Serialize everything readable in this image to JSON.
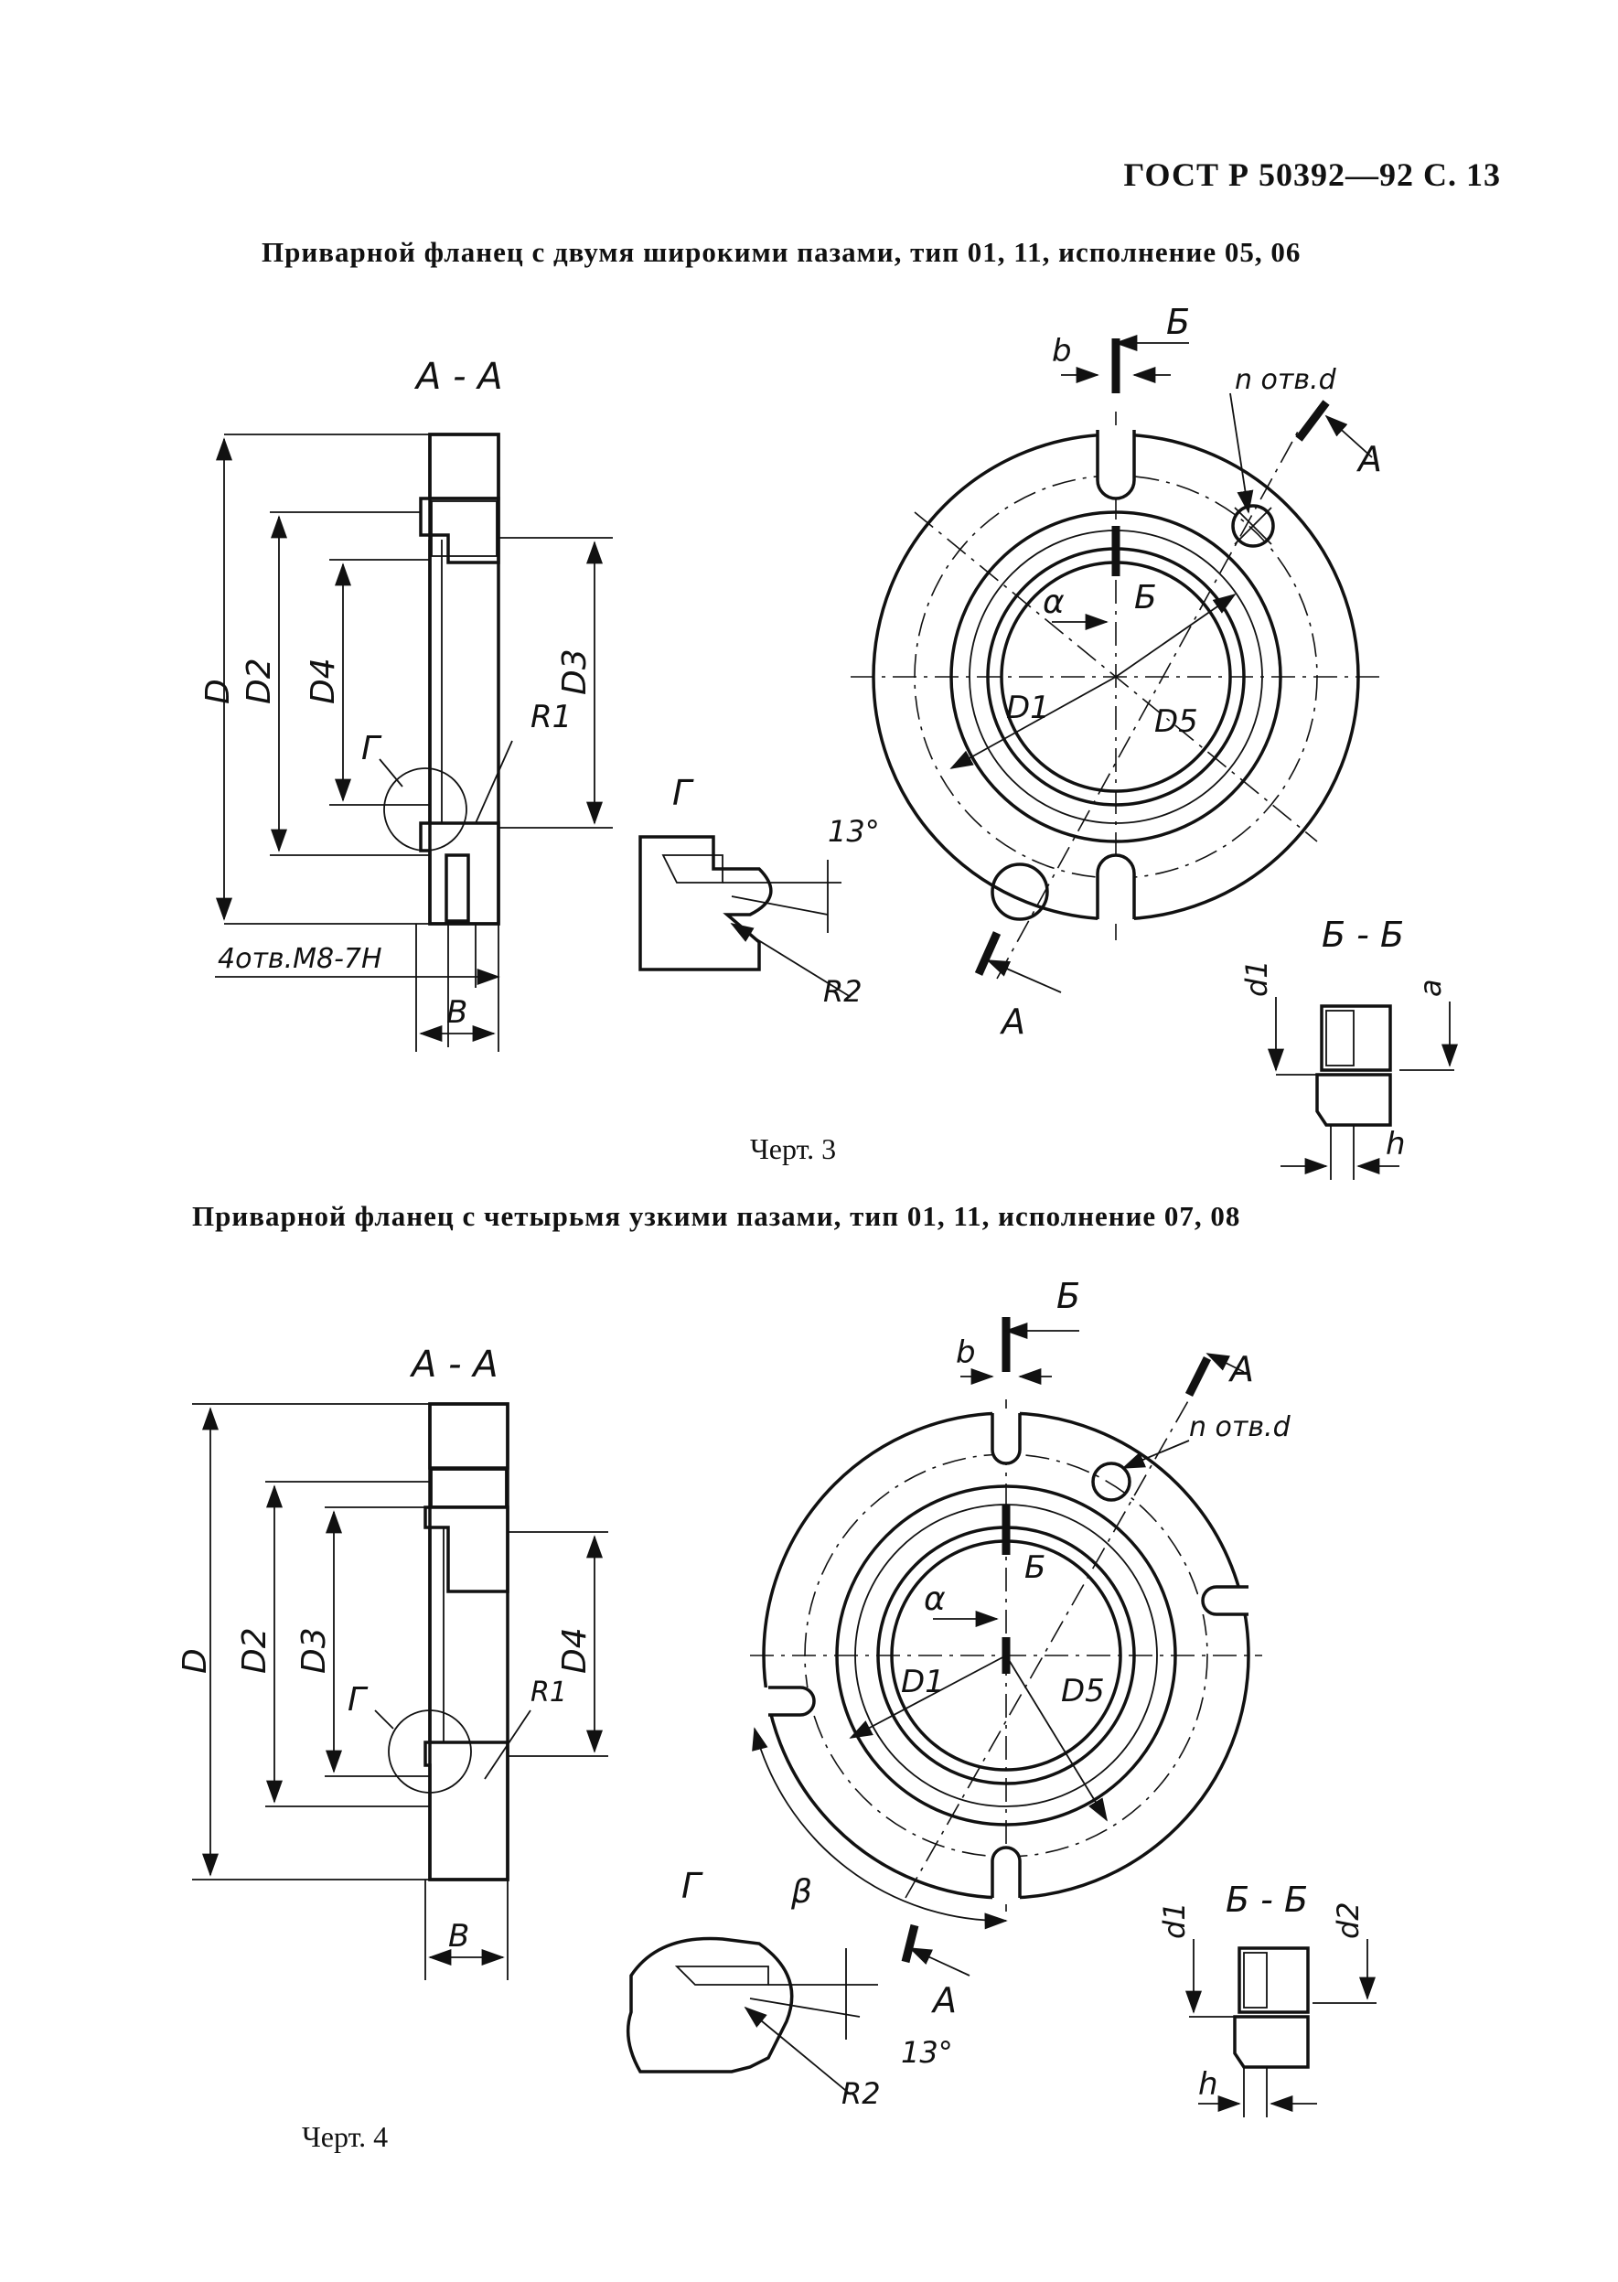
{
  "header": {
    "code": "ГОСТ Р 50392—92 С. 13"
  },
  "figure3": {
    "title": "Приварной фланец с двумя широкими пазами, тип 01, 11, исполнение 05, 06",
    "caption": "Черт. 3",
    "labels": {
      "section_aa": "А - А",
      "D": "D",
      "D2": "D2",
      "D4": "D4",
      "D3": "D3",
      "G": "Г",
      "R1": "R1",
      "holes": "4отв.М8-7Н",
      "B": "В",
      "detail_g": "Г",
      "angle13": "13°",
      "R2": "R2",
      "b": "b",
      "B_cut": "Б",
      "n_holes": "n отв.d",
      "A_cut": "А",
      "alpha": "α",
      "D1": "D1",
      "D5": "D5",
      "section_bb": "Б - Б",
      "d1": "d1",
      "a": "а",
      "h": "h"
    }
  },
  "figure4": {
    "title": "Приварной фланец с четырьмя узкими пазами, тип 01, 11, исполнение 07, 08",
    "caption": "Черт. 4",
    "labels": {
      "section_aa": "А - А",
      "D": "D",
      "D2": "D2",
      "D3": "D3",
      "D4": "D4",
      "G": "Г",
      "R1": "R1",
      "B": "В",
      "b": "b",
      "B_cut": "Б",
      "A_cut": "А",
      "n_holes": "n отв.d",
      "alpha": "α",
      "D1": "D1",
      "D5": "D5",
      "beta": "β",
      "detail_g": "Г",
      "R2": "R2",
      "angle13": "13°",
      "section_bb": "Б - Б",
      "d1": "d1",
      "d2": "d2",
      "h": "h"
    }
  }
}
